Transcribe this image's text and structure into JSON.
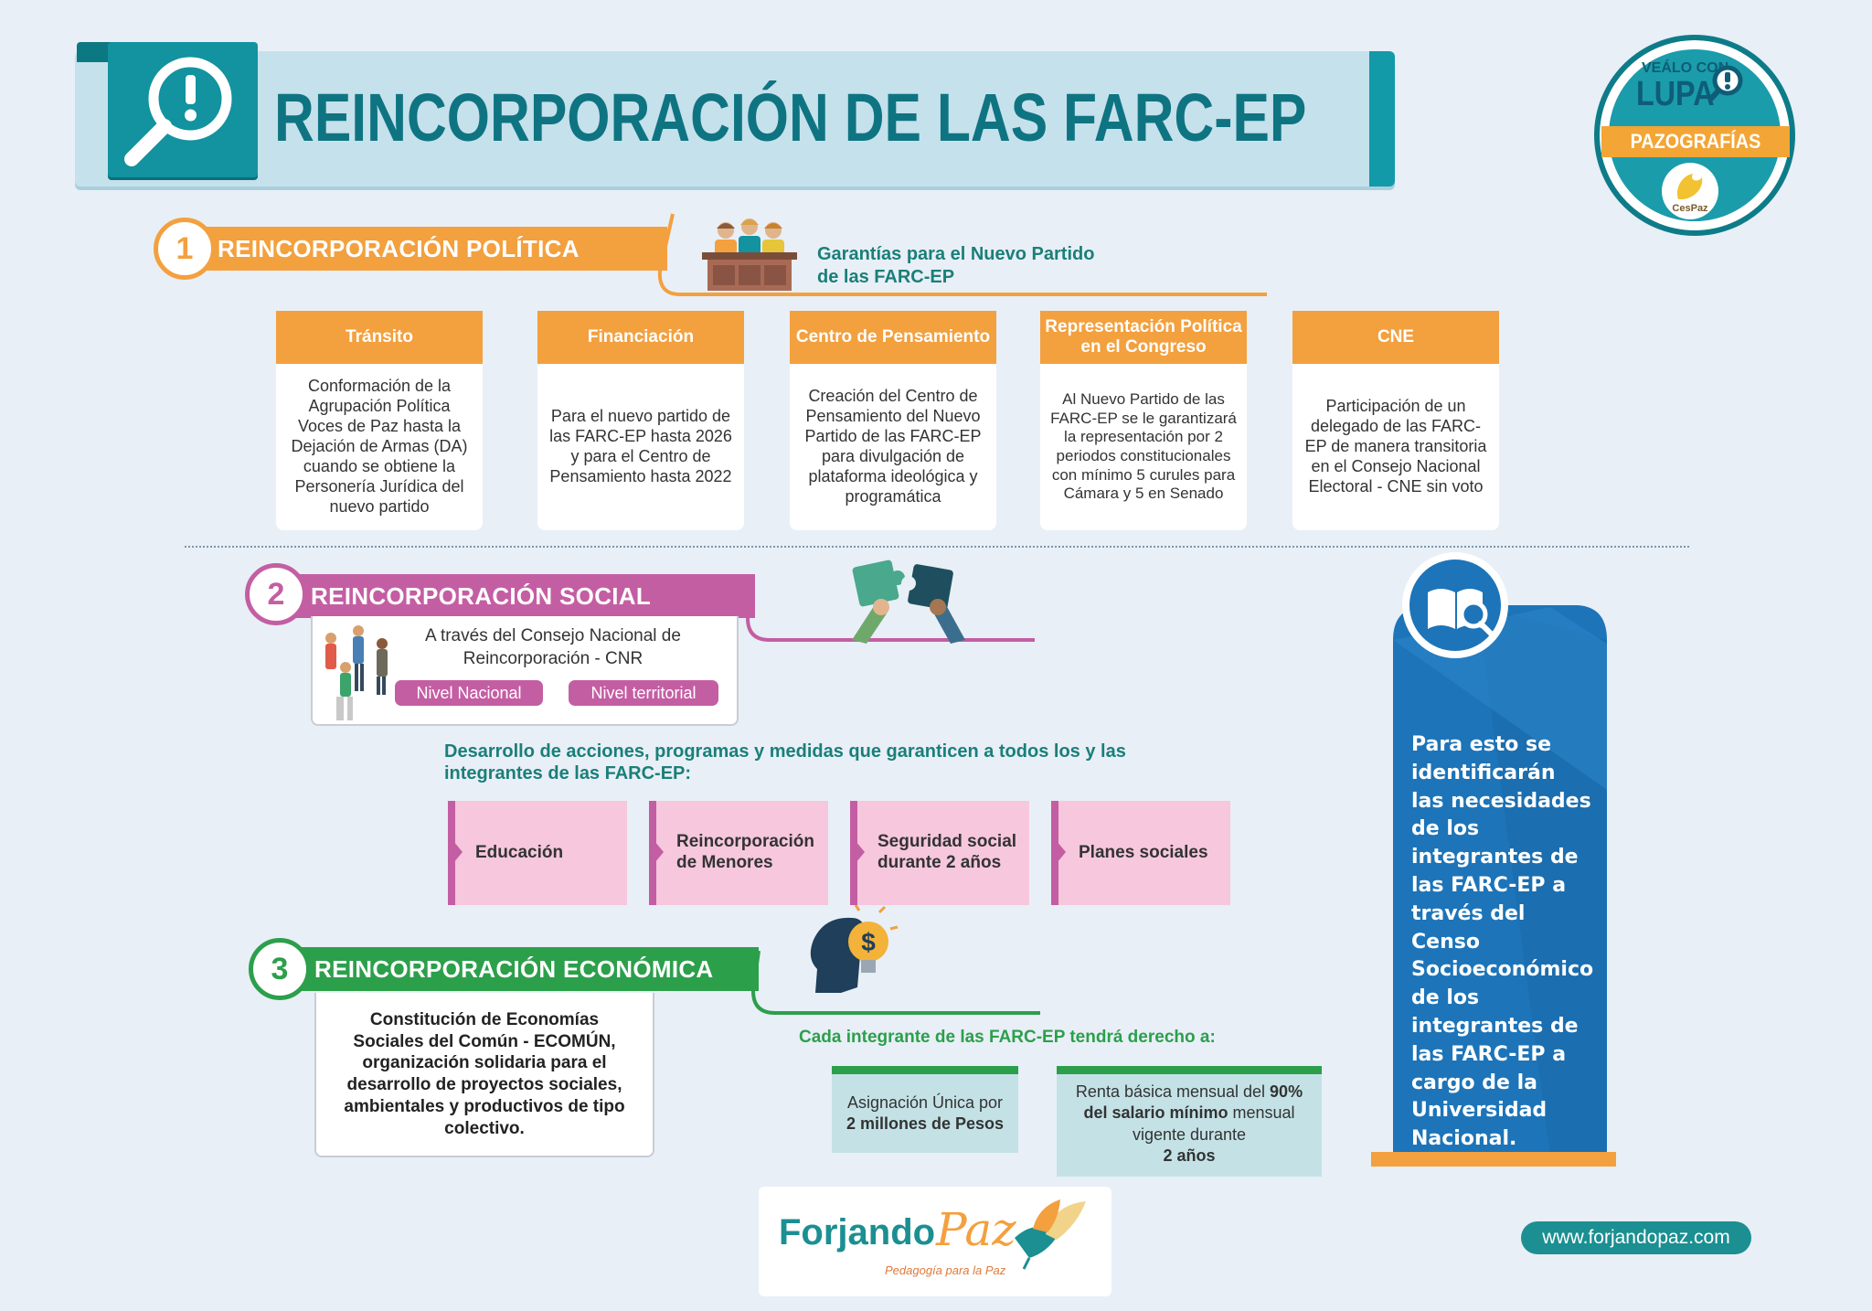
{
  "header": {
    "title": "REINCORPORACIÓN DE LAS FARC-EP"
  },
  "badge": {
    "line1": "VEÁLO CON",
    "line2": "LUPA",
    "ribbon": "PAZOGRAFÍAS",
    "org": "CesPaz"
  },
  "colors": {
    "teal": "#12939f",
    "orange": "#f3a03e",
    "magenta": "#c45ea3",
    "green": "#2c9f4b",
    "blue": "#1d74b8"
  },
  "political": {
    "number": "1",
    "title": "REINCORPORACIÓN POLÍTICA",
    "subtitle_line1": "Garantías para el Nuevo Partido",
    "subtitle_line2": "de las FARC-EP",
    "columns": [
      {
        "head": "Tránsito",
        "body": "Conformación de la Agrupación Política Voces de Paz hasta la Dejación de Armas (DA) cuando se obtiene la Personería Jurídica del nuevo partido"
      },
      {
        "head": "Financiación",
        "body": "Para el nuevo partido de las FARC-EP hasta 2026 y para el Centro de Pensamiento hasta 2022"
      },
      {
        "head": "Centro de Pensamiento",
        "body": "Creación del Centro de Pensamiento del Nuevo Partido de las FARC-EP para divulgación de plataforma ideológica y programática"
      },
      {
        "head": "Representación Política en el Congreso",
        "body": "Al Nuevo Partido de las FARC-EP se le garantizará la representación por 2 periodos constitucionales con mínimo 5 curules para Cámara y 5 en Senado"
      },
      {
        "head": "CNE",
        "body": "Participación de un delegado de las FARC-EP de manera transitoria en el Consejo Nacional Electoral - CNE sin voto"
      }
    ]
  },
  "social": {
    "number": "2",
    "title": "REINCORPORACIÓN SOCIAL",
    "cnr_text": "A través del Consejo Nacional de Reincorporación - CNR",
    "pill_national": "Nivel Nacional",
    "pill_territorial": "Nivel territorial",
    "development_text": "Desarrollo de acciones, programas y medidas que garanticen a todos los y las integrantes de las FARC-EP:",
    "cards": [
      "Educación",
      "Reincorporación de Menores",
      "Seguridad social durante 2 años",
      "Planes sociales"
    ]
  },
  "economic": {
    "number": "3",
    "title": "REINCORPORACIÓN ECONÓMICA",
    "ecomun_text": "Constitución de Economías Sociales del Común - ECOMÚN, organización solidaria para el desarrollo de proyectos sociales, ambientales y productivos de tipo colectivo.",
    "right_heading": "Cada integrante de las FARC-EP tendrá derecho a:",
    "card1_plain": "Asignación Única por",
    "card1_bold": "2 millones de Pesos",
    "card2_plain1": "Renta básica mensual del ",
    "card2_bold1": "90%",
    "card2_bold2": "del salario mínimo",
    "card2_plain2": " mensual vigente durante",
    "card2_bold3": "2 años"
  },
  "census": {
    "text": "Para esto se identificarán las necesidades de los integrantes de las FARC-EP a través del Censo Socioeconómico de los integrantes de las FARC-EP a cargo de la Universidad Nacional."
  },
  "footer": {
    "logo_name_1": "Forjando",
    "logo_name_2": "Paz",
    "logo_tagline": "Pedagogía para la Paz",
    "url": "www.forjandopaz.com"
  }
}
